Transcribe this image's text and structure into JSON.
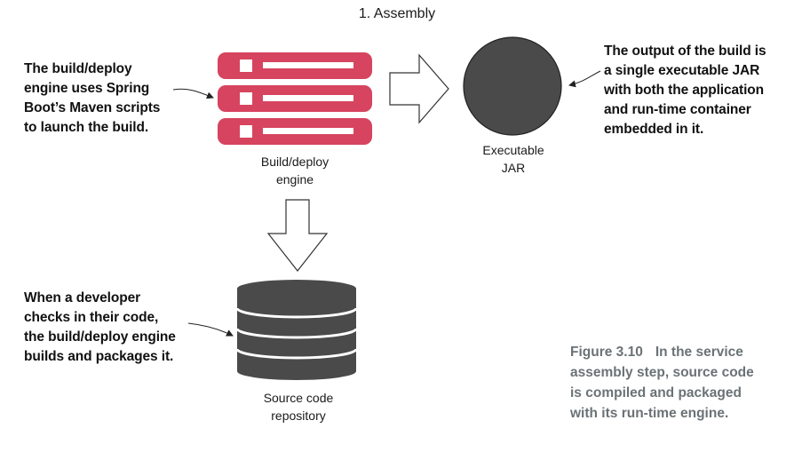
{
  "step_title": "1. Assembly",
  "notes": {
    "build_engine": [
      "The build/deploy",
      "engine uses Spring",
      "Boot’s Maven scripts",
      "to launch the build."
    ],
    "output": [
      "The output of the build is",
      "a single executable JAR",
      "with both the application",
      "and run-time container",
      "embedded in it."
    ],
    "checkin": [
      "When a developer",
      "checks in their code,",
      "the build/deploy engine",
      "builds and packages it."
    ]
  },
  "nodes": {
    "engine": [
      "Build/deploy",
      "engine"
    ],
    "jar": [
      "Executable",
      "JAR"
    ],
    "repo": [
      "Source code",
      "repository"
    ]
  },
  "caption": {
    "figure": "Figure 3.10",
    "lines": [
      "In the service",
      "assembly step, source code",
      "is compiled and packaged",
      "with its run-time engine."
    ]
  },
  "colors": {
    "engine": "#d6445f",
    "jar": "#4a4a4a",
    "repo": "#4a4a4a",
    "caption": "#6b7276"
  }
}
